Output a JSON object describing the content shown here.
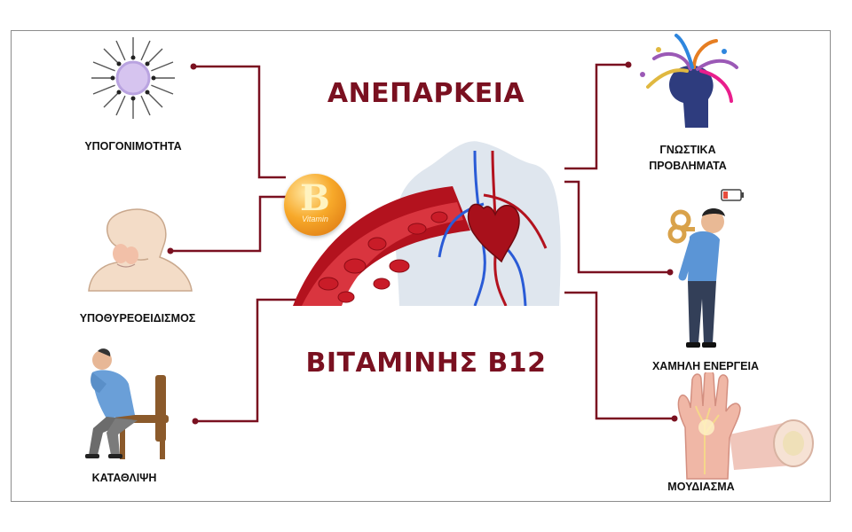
{
  "title_top": "ΑΝΕΠΑΡΚΕΙΑ",
  "title_bottom": "ΒΙΤΑΜΙΝΗΣ Β12",
  "badge": {
    "letter": "B",
    "word": "Vitamin"
  },
  "symptoms_left": [
    {
      "label": "ΥΠΟΓΟΝΙΜΟΤΗΤΑ",
      "icon": "sperm-egg-icon"
    },
    {
      "label": "ΥΠΟΘΥΡΕΟΕΙΔΙΣΜΟΣ",
      "icon": "thyroid-neck-icon"
    },
    {
      "label": "ΚΑΤΑΘΛΙΨΗ",
      "icon": "sad-person-chair-icon"
    }
  ],
  "symptoms_right": [
    {
      "label_line1": "ΓΝΩΣΤΙΚΑ",
      "label_line2": "ΠΡΟΒΛΗΜΑΤΑ",
      "icon": "confused-head-icon"
    },
    {
      "label": "ΧΑΜΗΛΗ ΕΝΕΡΓΕΙΑ",
      "icon": "tired-person-battery-icon"
    },
    {
      "label": "ΜΟΥΔΙΑΣΜΑ",
      "icon": "numb-hand-icon"
    }
  ],
  "colors": {
    "title": "#7a1020",
    "connector": "#7a1020",
    "blood": "#b3121e",
    "vein": "#2a5bd6"
  }
}
